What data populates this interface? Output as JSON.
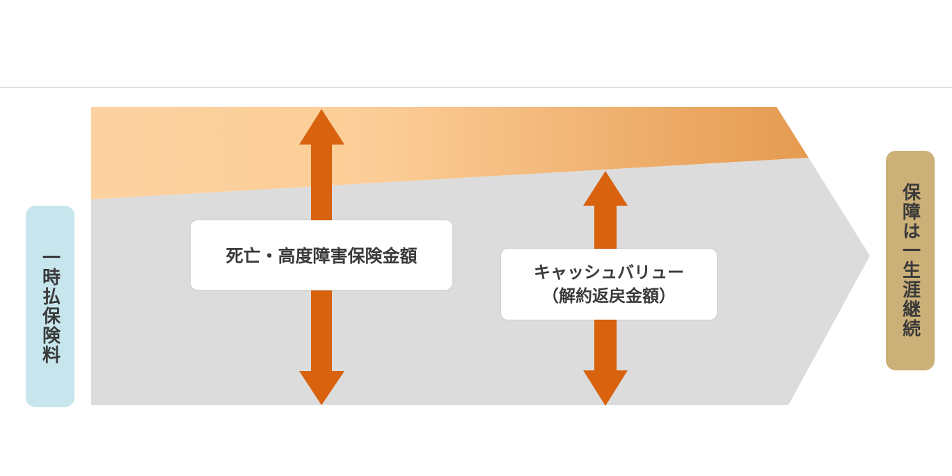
{
  "left_label": "一時払保険料",
  "right_label": "保障は一生涯継続",
  "death_benefit_label": "死亡・高度障害保険金額",
  "cash_value_label": "キャッシュバリュー",
  "cash_value_sublabel": "（解約返戻金額）",
  "colors": {
    "orange_band_start": "#fdd2a0",
    "orange_band_end": "#e59a50",
    "gray_body": "#dcdcdc",
    "arrow": "#d8620e",
    "left_pill": "#c6e5ed",
    "right_pill": "#cbb078"
  }
}
